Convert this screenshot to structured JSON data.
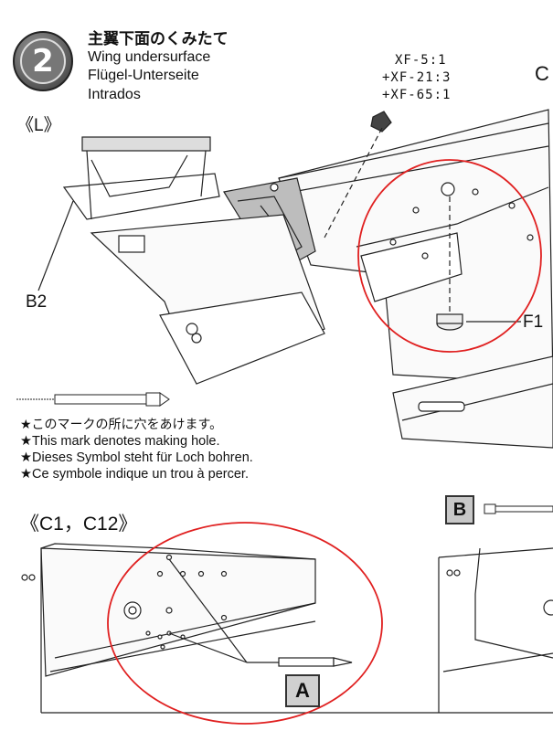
{
  "step": {
    "number": "2"
  },
  "header": {
    "title_jp": "主翼下面のくみたて",
    "title_en": "Wing undersurface",
    "title_de": "Flügel-Unterseite",
    "title_fr": "Intrados"
  },
  "labels": {
    "left_wing": "《L》",
    "b2": "B2",
    "f1": "F1",
    "c_partial": "C",
    "section": "《C1，C12》",
    "box_b": "B",
    "box_a": "A"
  },
  "paint": {
    "line1": "XF-5:1",
    "line2": "+XF-21:3",
    "line3": "+XF-65:1"
  },
  "hole_note": {
    "jp": "★このマークの所に穴をあけます。",
    "en": "★This mark denotes making hole.",
    "de": "★Dieses Symbol steht für Loch bohren.",
    "fr": "★Ce symbole indique un trou à percer."
  },
  "colors": {
    "highlight_circle": "#e02020",
    "paint_part": "#444444",
    "step_badge": "#777777",
    "box_fill": "#c8c8c8"
  }
}
